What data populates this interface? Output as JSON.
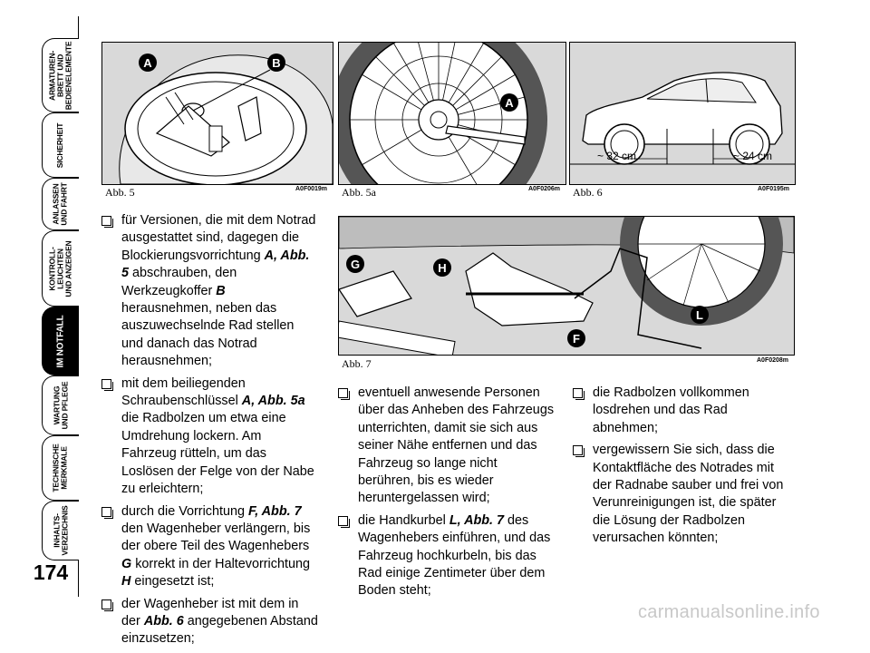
{
  "sidebar": {
    "tabs": [
      {
        "label": "ARMATUREN-\nBRETT UND\nBEDIENELEMENTE",
        "active": false
      },
      {
        "label": "SICHERHEIT",
        "active": false
      },
      {
        "label": "ANLASSEN\nUND FAHRT",
        "active": false
      },
      {
        "label": "KONTROLL-\nLEUCHTEN\nUND ANZEIGEN",
        "active": false
      },
      {
        "label": "IM NOTFALL",
        "active": true
      },
      {
        "label": "WARTUNG\nUND PFLEGE",
        "active": false
      },
      {
        "label": "TECHNISCHE\nMERKMALE",
        "active": false
      },
      {
        "label": "INHALTS-\nVERZEICHNIS",
        "active": false
      }
    ],
    "page_number": "174"
  },
  "figures": {
    "abb5": {
      "caption": "Abb. 5",
      "code": "A0F0019m",
      "labels": [
        "A",
        "B"
      ]
    },
    "abb5a": {
      "caption": "Abb. 5a",
      "code": "A0F0206m",
      "labels": [
        "A"
      ]
    },
    "abb6": {
      "caption": "Abb. 6",
      "code": "A0F0195m",
      "dist_front": "~ 32 cm",
      "dist_rear": "~ 24 cm"
    },
    "abb7": {
      "caption": "Abb. 7",
      "code": "A0F0208m",
      "labels": [
        "G",
        "H",
        "F",
        "L"
      ]
    }
  },
  "colors": {
    "figure_bg": "#d9d9d9",
    "tab_active_bg": "#000000"
  },
  "text": {
    "left": [
      [
        "für Versionen, die mit dem Notrad ausgestattet sind, dagegen die Blockierungsvorrichtung ",
        "A, Abb. 5",
        " abschrauben, den Werkzeugkoffer ",
        "B",
        " herausnehmen, neben das auszuwechselnde Rad stellen und danach das Notrad herausnehmen;"
      ],
      [
        "mit dem beiliegenden Schraubenschlüssel ",
        "A, Abb. 5a",
        " die Radbolzen um etwa eine Umdrehung lockern. Am Fahrzeug rütteln, um das Loslösen der Felge von der Nabe zu erleichtern;"
      ],
      [
        "durch die Vorrichtung ",
        "F, Abb. 7",
        " den Wagenheber verlängern, bis der obere Teil des Wagenhebers ",
        "G",
        " korrekt in der Haltevorrichtung ",
        "H",
        " eingesetzt ist;"
      ],
      [
        "der Wagenheber ist mit dem in der ",
        "Abb. 6",
        " angegebenen Abstand einzusetzen;"
      ]
    ],
    "middle": [
      [
        "eventuell anwesende Personen über das Anheben des Fahrzeugs unterrichten, damit sie sich aus seiner Nähe entfernen und das Fahrzeug so lange nicht berühren, bis es wieder heruntergelassen wird;"
      ],
      [
        "die Handkurbel ",
        "L, Abb. 7",
        " des Wagenhebers einführen, und das Fahrzeug hochkurbeln, bis das Rad einige Zentimeter über dem Boden steht;"
      ]
    ],
    "right": [
      [
        "die Radbolzen vollkommen losdrehen und das Rad abnehmen;"
      ],
      [
        "vergewissern Sie sich, dass die Kontaktfläche des Notrades mit der Radnabe sauber und frei von Verunreinigungen ist, die später die Lösung der Radbolzen verursachen könnten;"
      ]
    ]
  },
  "watermark": "carmanualsonline.info"
}
